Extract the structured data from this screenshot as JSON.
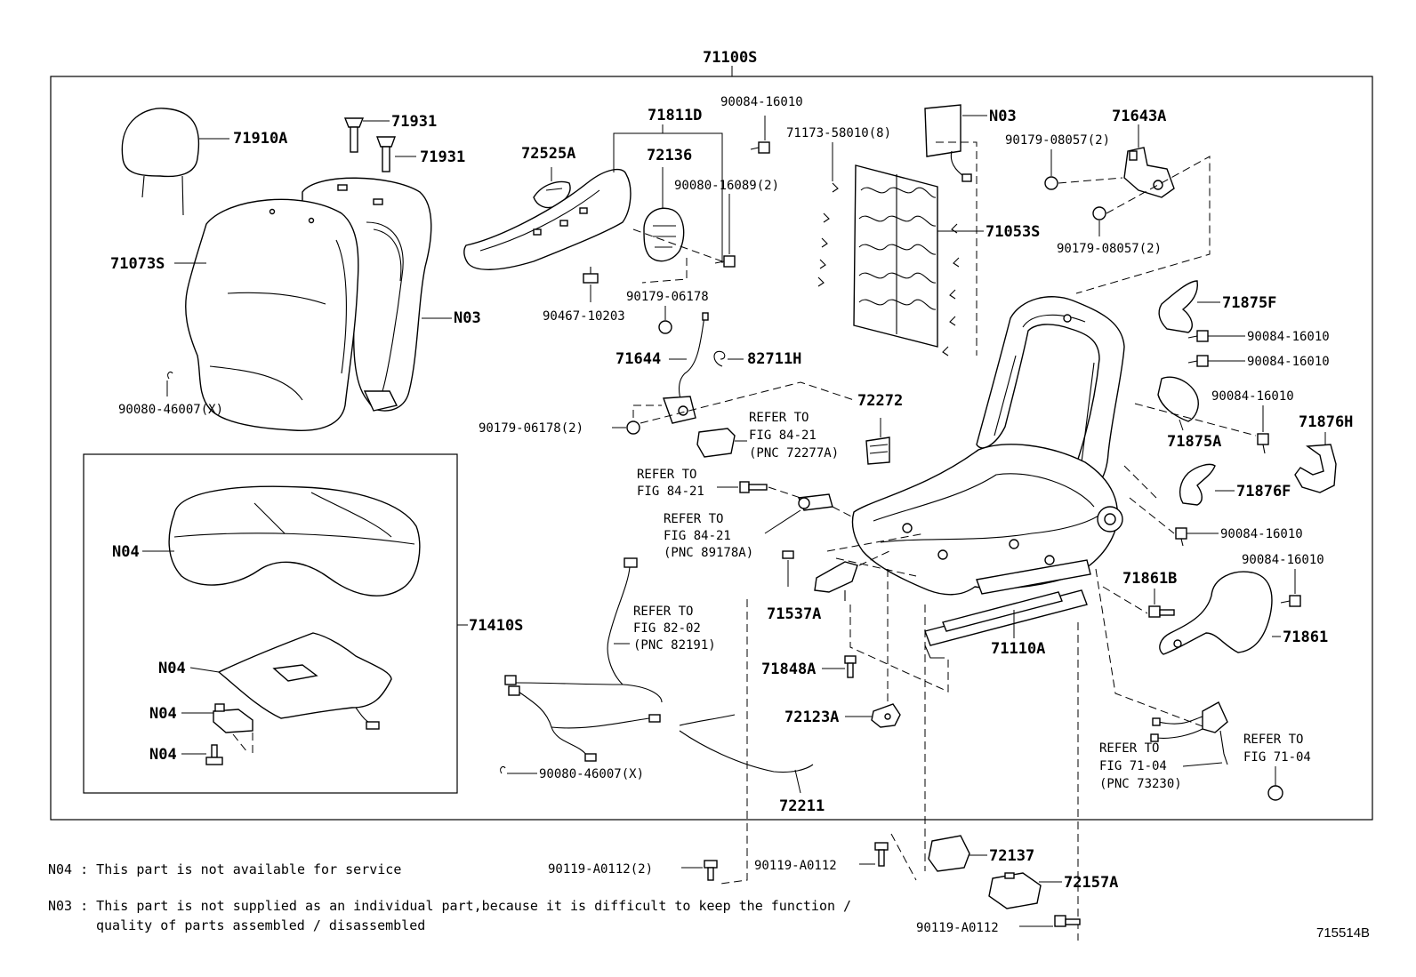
{
  "diagram_id": "715514B",
  "assembly_label": "71100S",
  "subassembly_label": "71410S",
  "labels": {
    "headrest": "71910A",
    "guide_1": "71931",
    "guide_2": "71931",
    "back_cover": "71073S",
    "back_pad": "N03",
    "hog_ring_back": "90080-46007(X)",
    "cushion_cover": "N04",
    "cushion_pad": "N04",
    "sensor": "N04",
    "bolt_sensor": "N04",
    "shield_inner": "72525A",
    "shield_cover": "71811D",
    "knob": "72136",
    "screw_top": "90084-16010",
    "screw_side": "90080-16089(2)",
    "clip_shield": "90467-10203",
    "clip_back": "71173-58010(8)",
    "airbag": "N03",
    "spring_assy": "71053S",
    "bracket_upper": "71643A",
    "nut_upper_1": "90179-08057(2)",
    "nut_upper_2": "90179-08057(2)",
    "nut_cable": "90179-06178",
    "cable": "71644",
    "clip_cable": "82711H",
    "nut_cable_2": "90179-06178(2)",
    "refer_1a": "REFER TO",
    "refer_1b": "FIG 84-21",
    "refer_1c": "(PNC 72277A)",
    "refer_2a": "REFER TO",
    "refer_2b": "FIG 84-21",
    "refer_3a": "REFER TO",
    "refer_3b": "FIG 84-21",
    "refer_3c": "(PNC 89178A)",
    "lever_stopper": "72272",
    "cover_71875f": "71875F",
    "screw_r1": "90084-16010",
    "screw_r2": "90084-16010",
    "cover_71875a": "71875A",
    "screw_r3": "90084-16010",
    "cover_71876h": "71876H",
    "cover_71876f": "71876F",
    "screw_r4": "90084-16010",
    "screw_r5": "90084-16010",
    "shield_71861b": "71861B",
    "shield_71861": "71861",
    "frame_71110a": "71110A",
    "handle_71537a": "71537A",
    "pin_71848a": "71848A",
    "clip_72123a": "72123A",
    "wire_72211": "72211",
    "refer_4a": "REFER TO",
    "refer_4b": "FIG 82-02",
    "refer_4c": "(PNC 82191)",
    "hog_ring_cushion": "90080-46007(X)",
    "refer_5a": "REFER TO",
    "refer_5b": "FIG 71-04",
    "refer_5c": "(PNC 73230)",
    "refer_6a": "REFER TO",
    "refer_6b": "FIG 71-04",
    "bolt_b1": "90119-A0112(2)",
    "bolt_b2": "90119-A0112",
    "cover_72137": "72137",
    "cover_72157a": "72157A",
    "bolt_b3": "90119-A0112"
  },
  "notes": {
    "n04": "N04 : This part is not available for service",
    "n03_line1": "N03 : This part is not supplied as an individual part,because it is difficult to keep the function /",
    "n03_line2": "quality of parts assembled / disassembled"
  }
}
